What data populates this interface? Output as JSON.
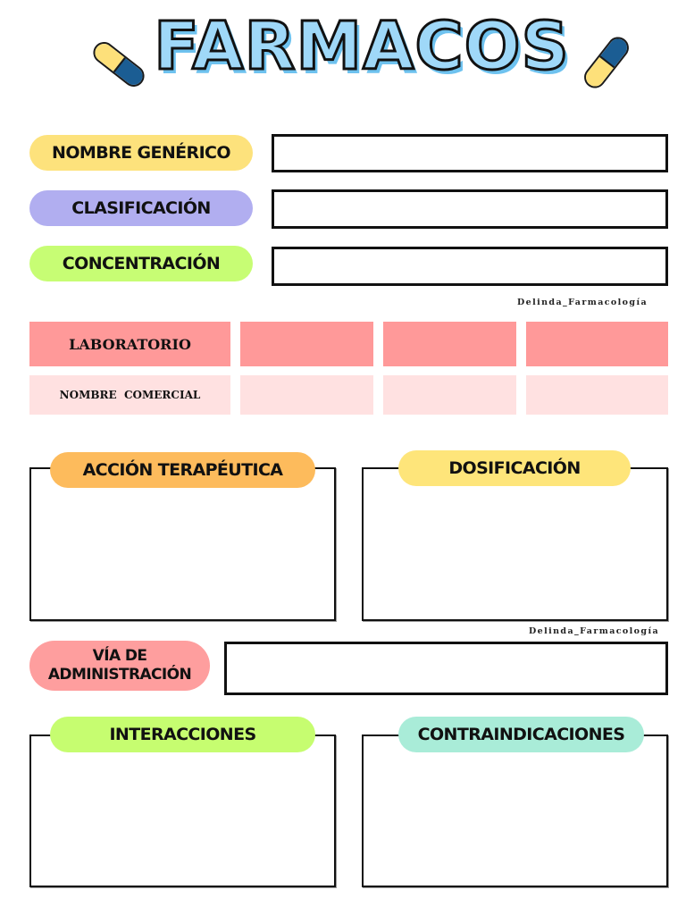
{
  "header": {
    "title": "FARMACOS",
    "title_fill": "#9fd8f8",
    "left_icon": "capsule-icon",
    "right_icon": "capsule-icon",
    "capsule_colors": {
      "yellow": "#fde07a",
      "blue": "#1b5d93"
    }
  },
  "fields": [
    {
      "label": "NOMBRE GENÉRICO",
      "color": "#fde27c",
      "value": ""
    },
    {
      "label": "CLASIFICACIÓN",
      "color": "#b1aef0",
      "value": ""
    },
    {
      "label": "CONCENTRACIÓN",
      "color": "#c7fd74",
      "value": ""
    }
  ],
  "watermark": "Delinda_Farmacología",
  "table": {
    "header_color": "#ff9999",
    "row_color": "#ffe1e1",
    "rows": [
      {
        "label": "LABORATORIO",
        "cells": [
          "",
          "",
          ""
        ]
      },
      {
        "label": "NOMBRE  COMERCIAL",
        "cells": [
          "",
          "",
          ""
        ]
      }
    ]
  },
  "sections": {
    "accion": {
      "label": "ACCIÓN TERAPÉUTICA",
      "color": "#fdbb5c",
      "value": ""
    },
    "dosificacion": {
      "label": "DOSIFICACIÓN",
      "color": "#fee57a",
      "value": ""
    },
    "via": {
      "label_line1": "VÍA DE",
      "label_line2": "ADMINISTRACIÓN",
      "color": "#fe9e9e",
      "value": ""
    },
    "interacciones": {
      "label": "INTERACCIONES",
      "color": "#c6fd70",
      "value": ""
    },
    "contraindicaciones": {
      "label": "CONTRAINDICACIONES",
      "color": "#a9ecd8",
      "value": ""
    }
  }
}
